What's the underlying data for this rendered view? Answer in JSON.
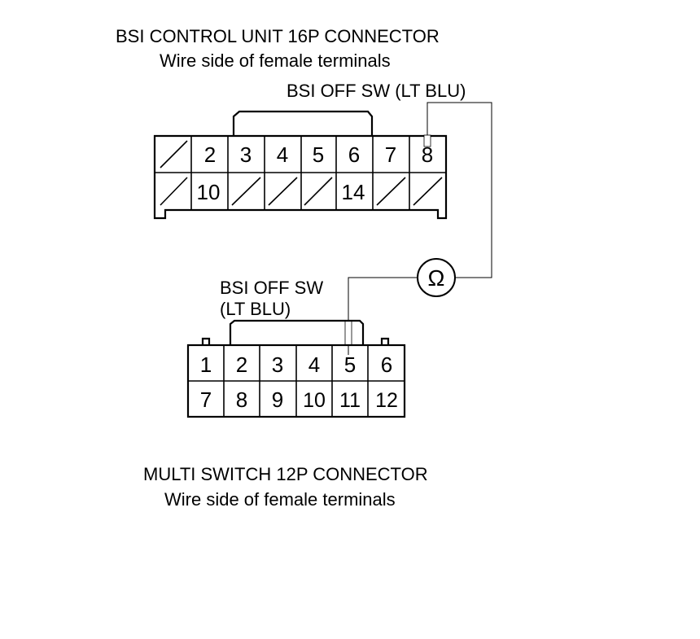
{
  "bsi_connector": {
    "title": "BSI CONTROL UNIT 16P CONNECTOR",
    "subtitle": "Wire side of female terminals",
    "wire_label": "BSI OFF SW (LT BLU)",
    "top_row": [
      "",
      "2",
      "3",
      "4",
      "5",
      "6",
      "7",
      "8"
    ],
    "bottom_row": [
      "",
      "10",
      "",
      "",
      "",
      "14",
      "",
      ""
    ],
    "probe_terminal": "8"
  },
  "multi_switch_connector": {
    "title": "MULTI SWITCH 12P CONNECTOR",
    "subtitle": "Wire side of female terminals",
    "wire_label_line1": "BSI OFF SW",
    "wire_label_line2": "(LT BLU)",
    "top_row": [
      "1",
      "2",
      "3",
      "4",
      "5",
      "6"
    ],
    "bottom_row": [
      "7",
      "8",
      "9",
      "10",
      "11",
      "12"
    ],
    "probe_terminal": "5"
  },
  "meter": {
    "symbol": "Ω",
    "icon": "ohmmeter-icon"
  }
}
